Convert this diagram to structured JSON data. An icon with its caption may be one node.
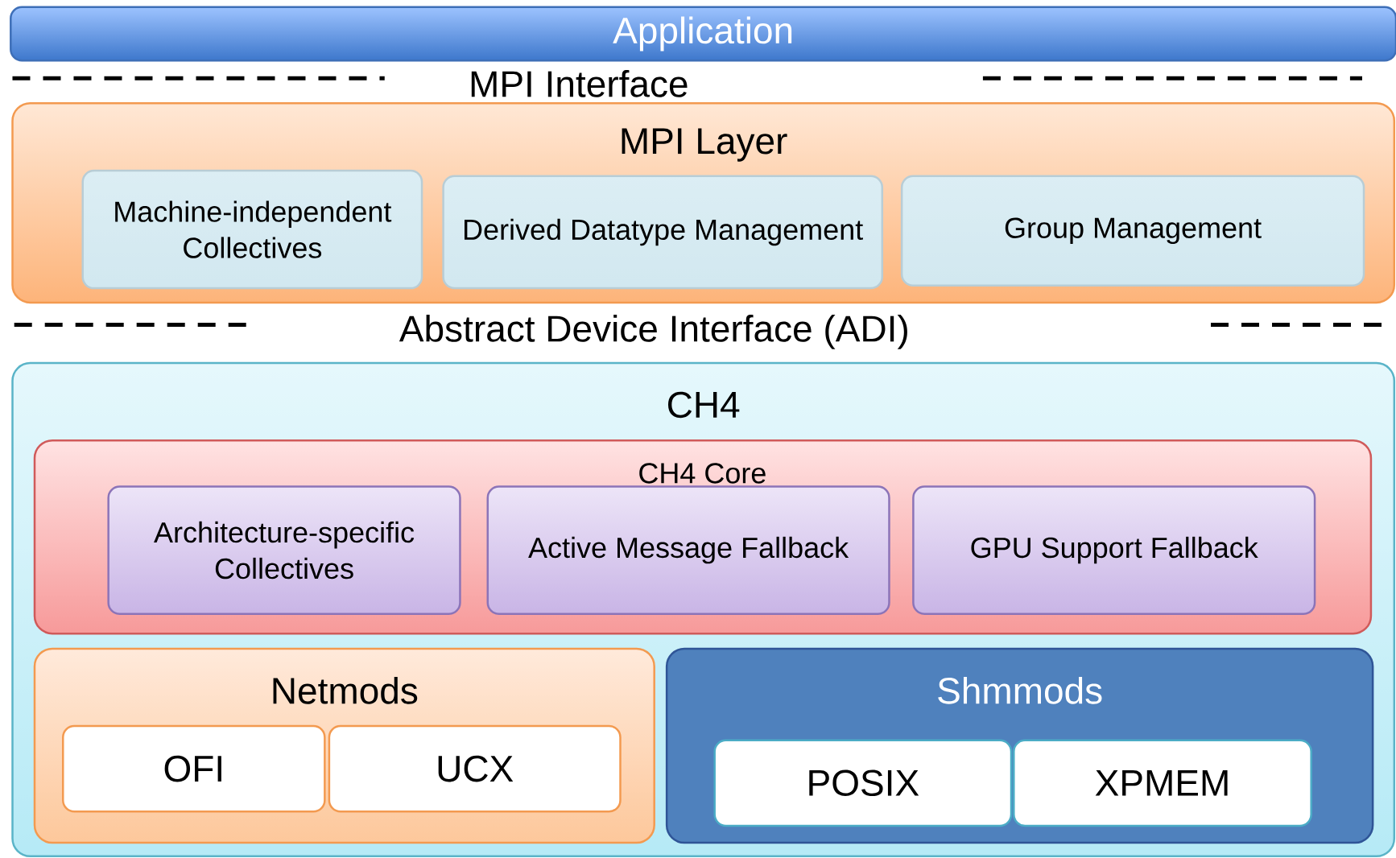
{
  "diagram": {
    "nodes": [
      {
        "text": [
          "Application"
        ]
      },
      {
        "text": [
          "MPI Layer"
        ]
      },
      {
        "text": [
          "Machine-independent Collectives"
        ],
        "in": 1
      },
      {
        "text": [
          "Derived Datatype Management"
        ],
        "in": 1
      },
      {
        "text": [
          "Group Management"
        ],
        "in": 1
      },
      {
        "text": [
          "CH4"
        ]
      },
      {
        "text": [
          "CH4 Core"
        ],
        "in": 5
      },
      {
        "text": [
          "Architecture-specific Collectives"
        ],
        "in": 6
      },
      {
        "text": [
          "Active Message Fallback"
        ],
        "in": 6
      },
      {
        "text": [
          "GPU Support Fallback"
        ],
        "in": 6
      },
      {
        "text": [
          "Netmods"
        ],
        "in": 5
      },
      {
        "text": [
          "OFI"
        ],
        "in": 10
      },
      {
        "text": [
          "UCX"
        ],
        "in": 10
      },
      {
        "text": [
          "Shmmods"
        ],
        "in": 5
      },
      {
        "text": [
          "POSIX"
        ],
        "in": 13
      },
      {
        "text": [
          "XPMEM"
        ],
        "in": 13
      }
    ],
    "edges": [],
    "labels": [
      "MPI Interface",
      "Abstract Device Interface (ADI)"
    ]
  }
}
